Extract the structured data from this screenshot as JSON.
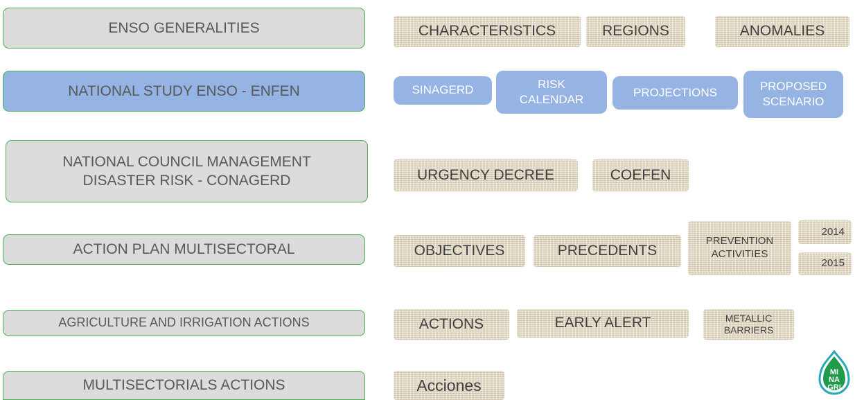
{
  "rows": [
    {
      "title": "ENSO GENERALITIES",
      "items": [
        "CHARACTERISTICS",
        "REGIONS",
        "ANOMALIES"
      ]
    },
    {
      "title": "NATIONAL STUDY ENSO - ENFEN",
      "items": [
        "SINAGERD",
        "RISK CALENDAR",
        "PROJECTIONS",
        "PROPOSED SCENARIO"
      ]
    },
    {
      "title": "NATIONAL COUNCIL MANAGEMENT DISASTER RISK - CONAGERD",
      "title_lines": [
        "NATIONAL COUNCIL MANAGEMENT",
        "DISASTER RISK - CONAGERD"
      ],
      "items": [
        "URGENCY DECREE",
        "COEFEN"
      ]
    },
    {
      "title": "ACTION PLAN MULTISECTORAL",
      "items": [
        "OBJECTIVES",
        "PRECEDENTS",
        "PREVENTION ACTIVITIES"
      ],
      "years": [
        "2014",
        "2015"
      ]
    },
    {
      "title": "AGRICULTURE AND IRRIGATION ACTIONS",
      "items": [
        "ACTIONS",
        "EARLY ALERT",
        "METALLIC BARRIERS"
      ]
    },
    {
      "title": "MULTISECTORIALS ACTIONS",
      "items": [
        "Acciones"
      ]
    }
  ],
  "logo": {
    "text": "MINAGRI",
    "lines": [
      "MI",
      "NA",
      "GRI"
    ],
    "colors": {
      "ring": "#2aa8b8",
      "fill": "#1e9a4a"
    }
  },
  "colors": {
    "main_border": "#4cb050",
    "main_fill": "#dcdcdc",
    "highlight_fill": "#95b3e3",
    "texture_fill": "#e4dccb"
  }
}
